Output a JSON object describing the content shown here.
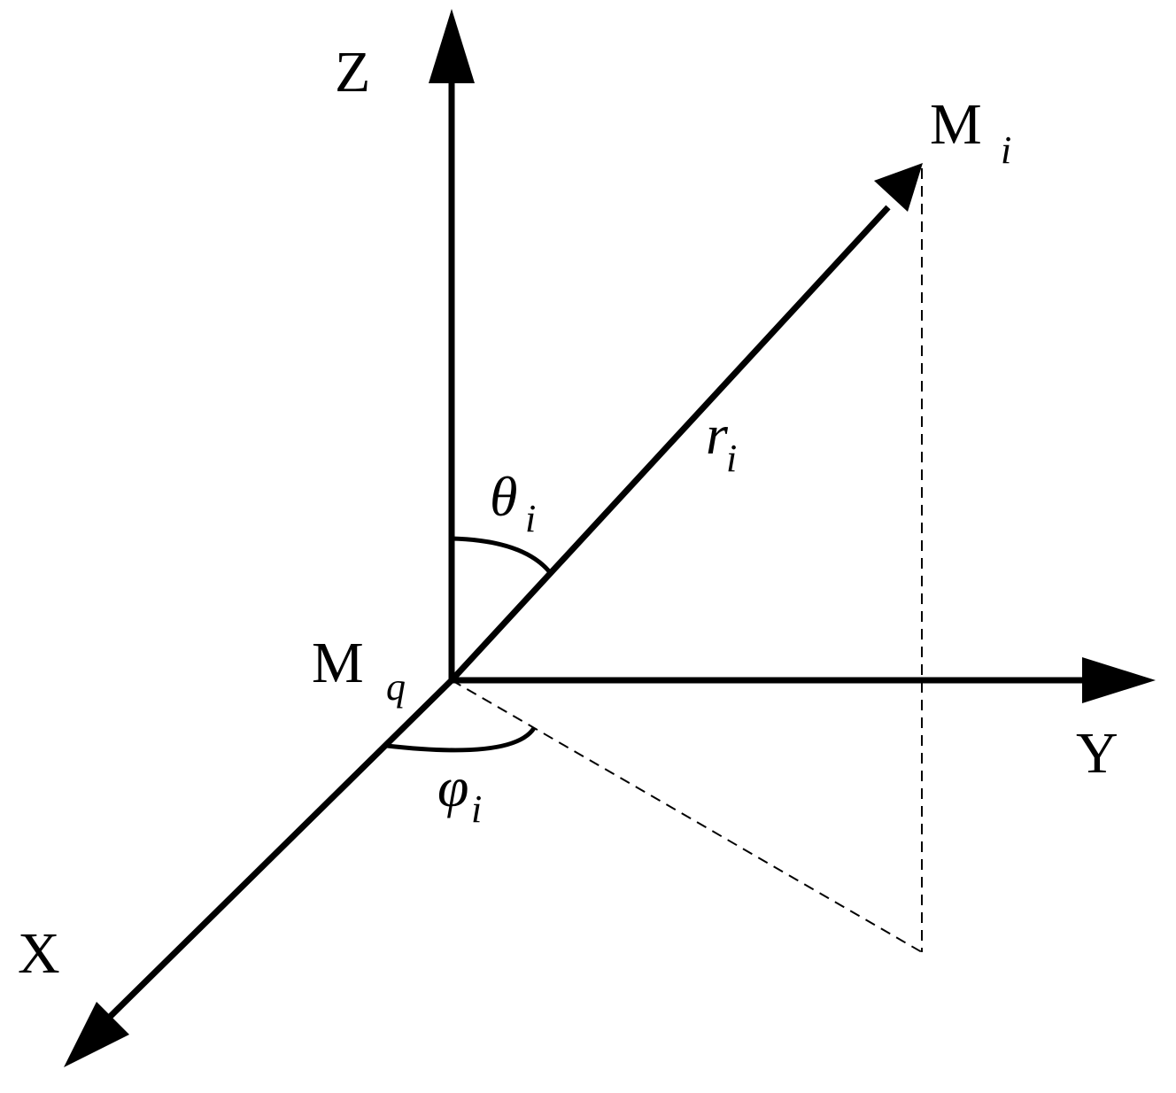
{
  "labels": {
    "z_axis": "Z",
    "y_axis": "Y",
    "x_axis": "X",
    "point_mi_main": "M",
    "point_mi_sub": "i",
    "point_mq_main": "M",
    "point_mq_sub": "q",
    "vector_r_main": "r",
    "vector_r_sub": "i",
    "theta_main": "θ",
    "theta_sub": "i",
    "phi_main": "φ",
    "phi_sub": "i"
  },
  "colors": {
    "ink": "#000000",
    "background": "#ffffff"
  }
}
